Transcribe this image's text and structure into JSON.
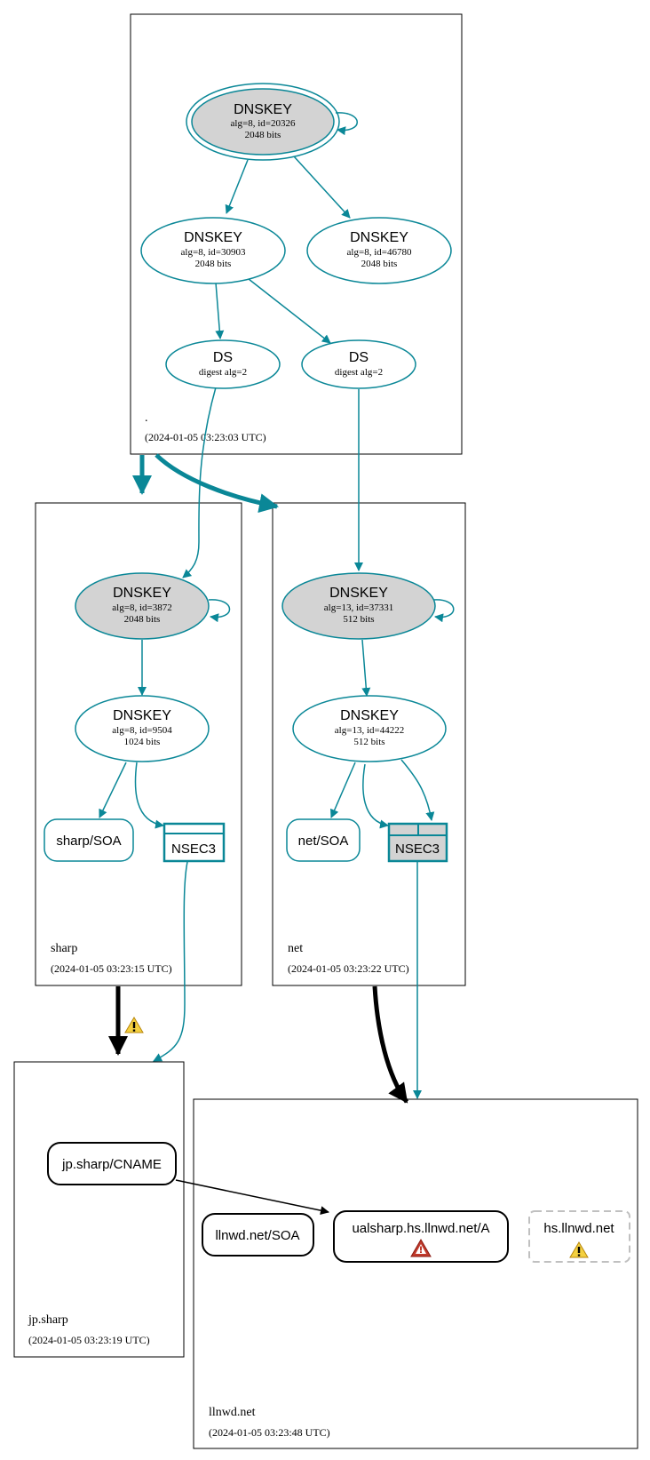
{
  "colors": {
    "accent": "#0a8797",
    "node_fill_gray": "#d3d3d3",
    "black": "#000000",
    "warning_yellow": "#f4d03f",
    "error_red": "#c0392b",
    "dashed_gray": "#c0c0c0"
  },
  "zones": {
    "root": {
      "name": ".",
      "timestamp": "(2024-01-05 03:23:03 UTC)"
    },
    "sharp": {
      "name": "sharp",
      "timestamp": "(2024-01-05 03:23:15 UTC)"
    },
    "net": {
      "name": "net",
      "timestamp": "(2024-01-05 03:23:22 UTC)"
    },
    "jpsharp": {
      "name": "jp.sharp",
      "timestamp": "(2024-01-05 03:23:19 UTC)"
    },
    "llnwd": {
      "name": "llnwd.net",
      "timestamp": "(2024-01-05 03:23:48 UTC)"
    }
  },
  "nodes": {
    "root_ksk": {
      "title": "DNSKEY",
      "line1": "alg=8, id=20326",
      "line2": "2048 bits"
    },
    "root_zsk1": {
      "title": "DNSKEY",
      "line1": "alg=8, id=30903",
      "line2": "2048 bits"
    },
    "root_zsk2": {
      "title": "DNSKEY",
      "line1": "alg=8, id=46780",
      "line2": "2048 bits"
    },
    "ds_sharp": {
      "title": "DS",
      "line1": "digest alg=2"
    },
    "ds_net": {
      "title": "DS",
      "line1": "digest alg=2"
    },
    "sharp_ksk": {
      "title": "DNSKEY",
      "line1": "alg=8, id=3872",
      "line2": "2048 bits"
    },
    "sharp_zsk": {
      "title": "DNSKEY",
      "line1": "alg=8, id=9504",
      "line2": "1024 bits"
    },
    "sharp_soa": {
      "label": "sharp/SOA"
    },
    "sharp_nsec3": {
      "label": "NSEC3"
    },
    "net_ksk": {
      "title": "DNSKEY",
      "line1": "alg=13, id=37331",
      "line2": "512 bits"
    },
    "net_zsk": {
      "title": "DNSKEY",
      "line1": "alg=13, id=44222",
      "line2": "512 bits"
    },
    "net_soa": {
      "label": "net/SOA"
    },
    "net_nsec3": {
      "label": "NSEC3"
    },
    "jp_cname": {
      "label": "jp.sharp/CNAME"
    },
    "llnwd_soa": {
      "label": "llnwd.net/SOA"
    },
    "ual_a": {
      "label": "ualsharp.hs.llnwd.net/A"
    },
    "hs_llnwd": {
      "label": "hs.llnwd.net"
    }
  },
  "icons": {
    "warning": "warning-triangle-icon",
    "error": "error-triangle-icon"
  }
}
